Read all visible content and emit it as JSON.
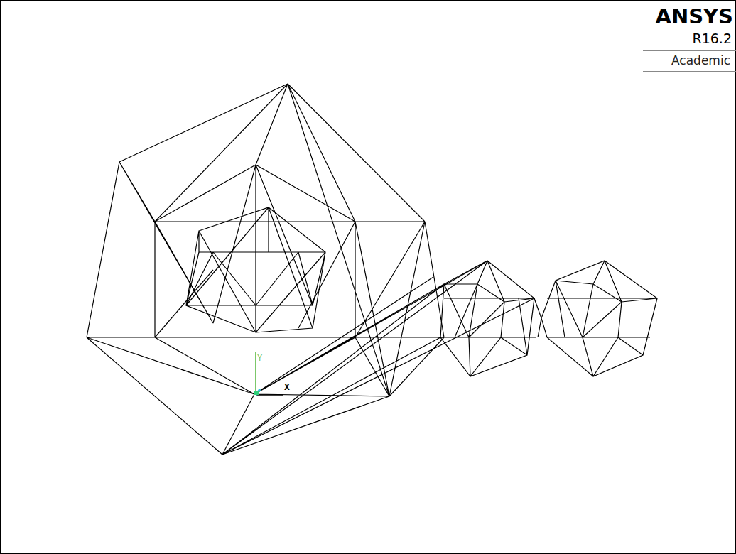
{
  "diagram": {
    "labels": [
      "ANSYS",
      "R16.2",
      "Academic",
      "Y",
      "X"
    ]
  }
}
